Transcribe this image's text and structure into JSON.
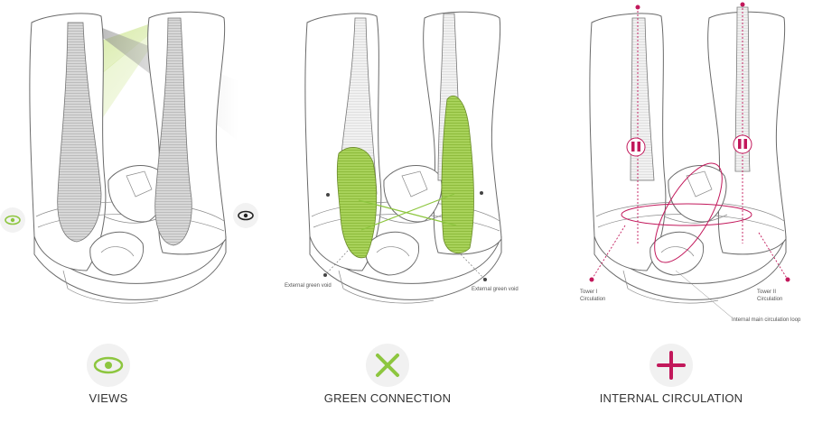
{
  "panels": [
    {
      "id": "views",
      "caption": "VIEWS",
      "icon": "eye-icon",
      "accent": "#8dc63f"
    },
    {
      "id": "green",
      "caption": "GREEN CONNECTION",
      "icon": "cross-x-icon",
      "accent": "#8dc63f",
      "labels": {
        "left": "External green void",
        "right": "External green void"
      }
    },
    {
      "id": "circ",
      "caption": "INTERNAL CIRCULATION",
      "icon": "plus-icon",
      "accent": "#c2185b",
      "labels": {
        "tower1": "Tower I\nCirculation",
        "tower2": "Tower II\nCirculation",
        "loop": "Internal main circulation loop"
      }
    }
  ],
  "colors": {
    "green": "#8dc63f",
    "pink": "#c2185b",
    "grey": "#777777"
  }
}
